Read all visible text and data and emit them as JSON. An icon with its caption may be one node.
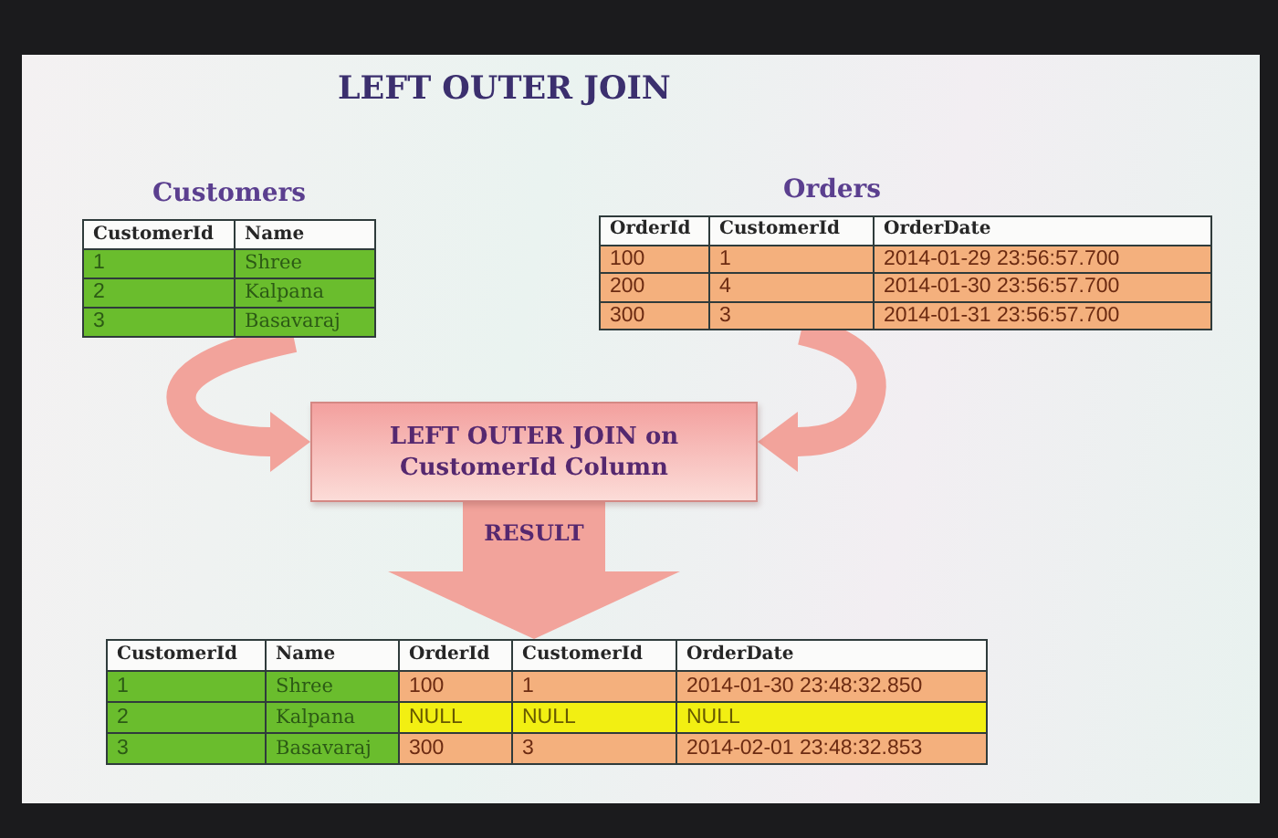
{
  "diagram": {
    "title": "LEFT OUTER JOIN",
    "nodes": [
      {
        "text": [
          "Customers",
          "CustomerId",
          "Name",
          "1",
          "Shree",
          "2",
          "Kalpana",
          "3",
          "Basavaraj"
        ]
      },
      {
        "text": [
          "Orders",
          "OrderId",
          "CustomerId",
          "OrderDate",
          "100",
          "1",
          "2014-01-29 23:56:57.700",
          "200",
          "4",
          "2014-01-30 23:56:57.700",
          "300",
          "3",
          "2014-01-31 23:56:57.700"
        ]
      },
      {
        "text": [
          "LEFT OUTER JOIN on CustomerId Column"
        ]
      },
      {
        "text": [
          "CustomerId",
          "Name",
          "OrderId",
          "CustomerId",
          "OrderDate",
          "1",
          "Shree",
          "100",
          "1",
          "2014-01-30 23:48:32.850",
          "2",
          "Kalpana",
          "NULL",
          "NULL",
          "NULL",
          "3",
          "Basavaraj",
          "300",
          "3",
          "2014-02-01 23:48:32.853"
        ]
      }
    ],
    "edges": [
      {
        "from": 0,
        "to": 2,
        "arrow": "to"
      },
      {
        "from": 1,
        "to": 2,
        "arrow": "to"
      },
      {
        "from": 2,
        "to": 3,
        "arrow": "to",
        "label": "RESULT",
        "style": "thick"
      }
    ]
  }
}
